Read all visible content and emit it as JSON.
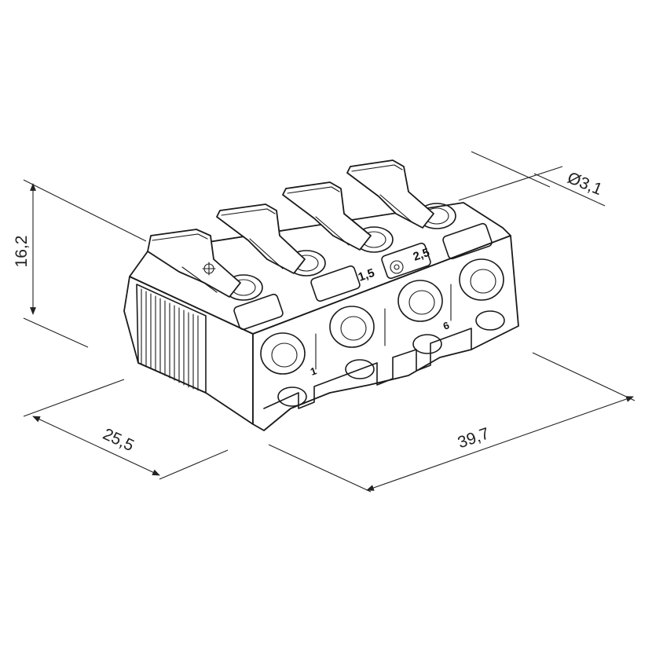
{
  "dimensions": {
    "height": "16,2",
    "depth": "25,5",
    "length": "39,7",
    "hole_diameter": "Ø3,1"
  },
  "markings": {
    "cross_section_a": "1,5",
    "cross_section_b": "2,5",
    "pole_1": "1",
    "pole_2": "6"
  }
}
